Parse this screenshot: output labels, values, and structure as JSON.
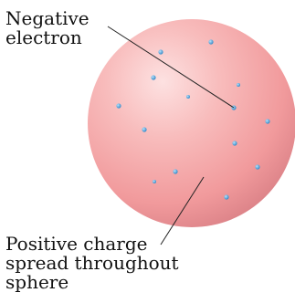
{
  "labels": {
    "electron_line1": "Negative",
    "electron_line2": "electron",
    "positive_line1": "Positive charge",
    "positive_line2": "spread throughout",
    "positive_line3": "sphere"
  },
  "colors": {
    "sphere_light": "#fde1e1",
    "sphere_mid": "#f4a3a3",
    "sphere_dark": "#d97f85",
    "electron": "#3b98d6",
    "electron_highlight": "#b9e2fb",
    "leader_line": "#222222",
    "text": "#111111"
  },
  "icons": {
    "electron": "small blue dot"
  }
}
